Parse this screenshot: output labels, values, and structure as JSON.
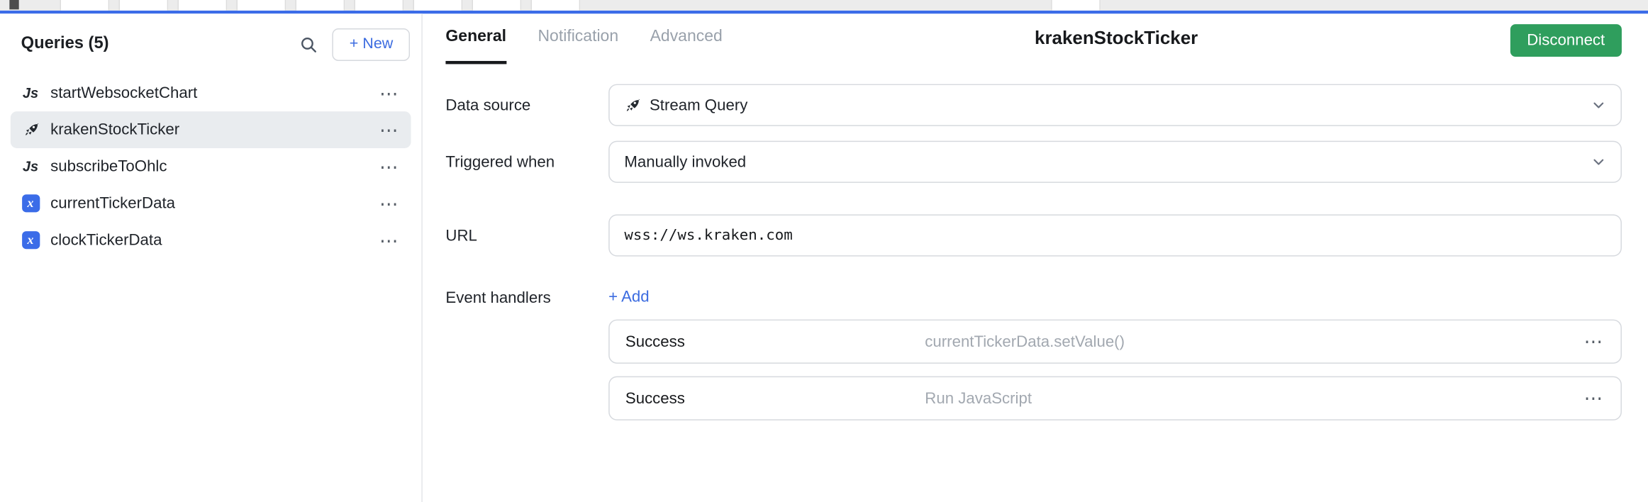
{
  "colors": {
    "accent_blue": "#3b6ce8",
    "link_blue": "#3c6ce0",
    "disconnect_green": "#2f9e5d",
    "selected_row_bg": "#e9ecef"
  },
  "icons": {
    "menu": "⋯",
    "js_glyph": "Js",
    "state_glyph": "x"
  },
  "sidebar": {
    "header": "Queries (5)",
    "new_button_label": "+ New",
    "items": [
      {
        "icon": "js-icon",
        "label": "startWebsocketChart",
        "selected": false
      },
      {
        "icon": "stream-query-icon",
        "label": "krakenStockTicker",
        "selected": true
      },
      {
        "icon": "js-icon",
        "label": "subscribeToOhlc",
        "selected": false
      },
      {
        "icon": "state-variable-icon",
        "label": "currentTickerData",
        "selected": false
      },
      {
        "icon": "state-variable-icon",
        "label": "clockTickerData",
        "selected": false
      }
    ]
  },
  "main": {
    "tabs": [
      {
        "label": "General",
        "active": true
      },
      {
        "label": "Notification",
        "active": false
      },
      {
        "label": "Advanced",
        "active": false
      }
    ],
    "title": "krakenStockTicker",
    "disconnect_label": "Disconnect",
    "form": {
      "data_source": {
        "label": "Data source",
        "value": "Stream Query"
      },
      "triggered_when": {
        "label": "Triggered when",
        "value": "Manually invoked"
      },
      "url": {
        "label": "URL",
        "value": "wss://ws.kraken.com"
      },
      "event_handlers": {
        "label": "Event handlers",
        "add_label": "+ Add",
        "handlers": [
          {
            "event": "Success",
            "action": "currentTickerData.setValue()"
          },
          {
            "event": "Success",
            "action": "Run JavaScript"
          }
        ]
      }
    }
  }
}
